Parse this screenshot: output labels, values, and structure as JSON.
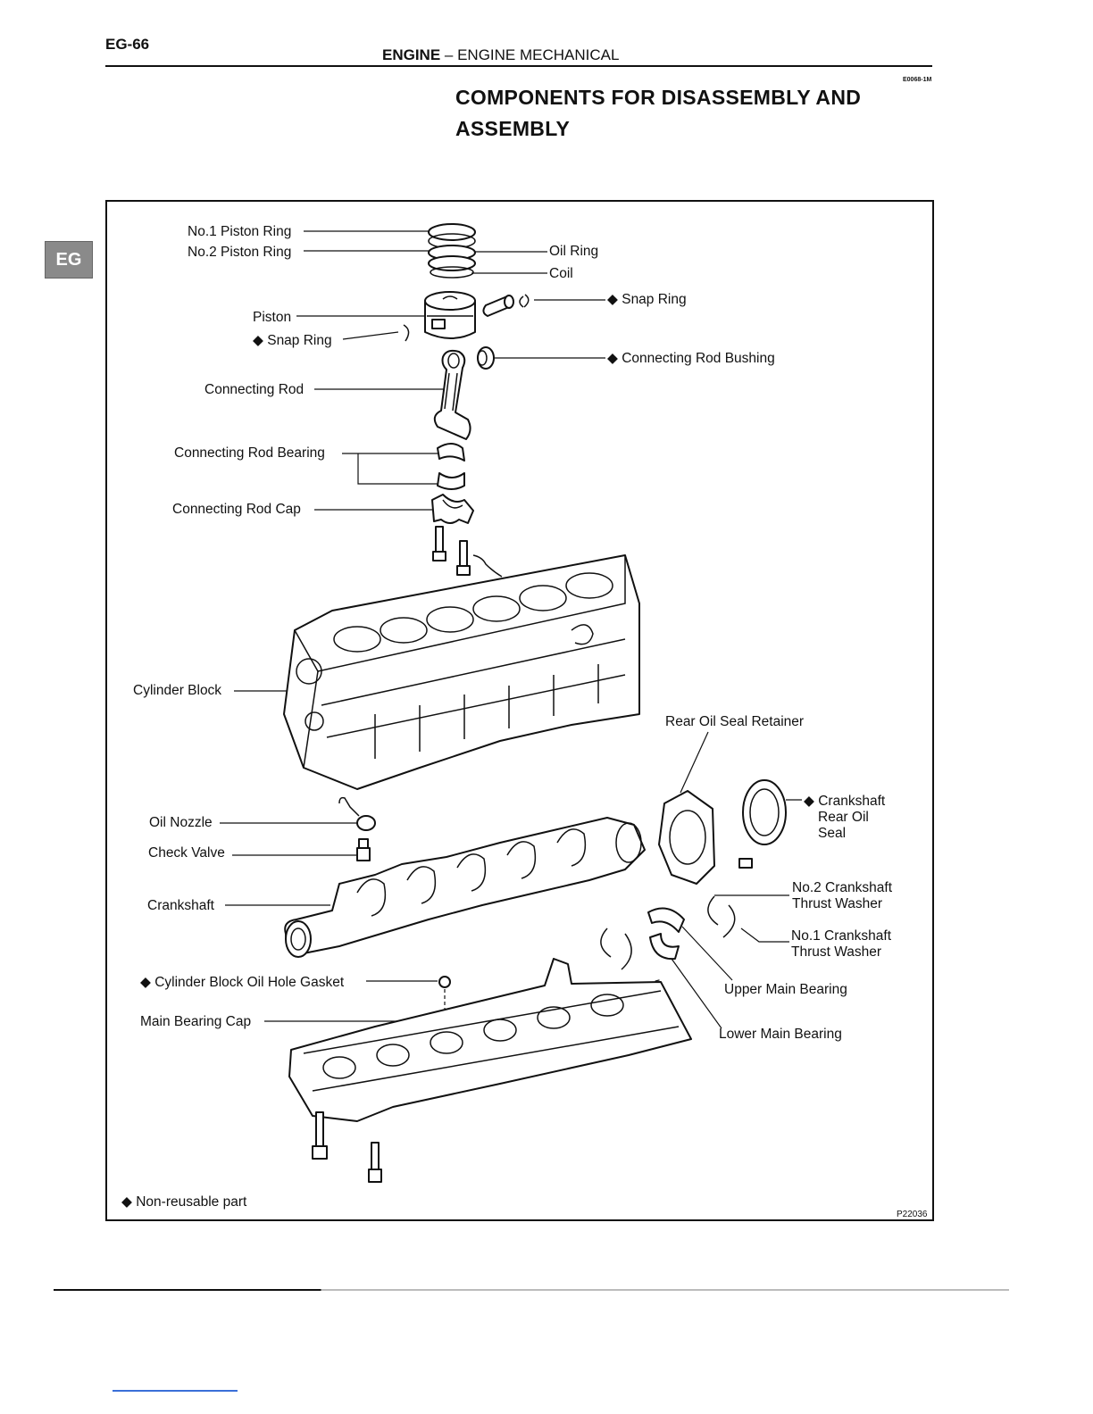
{
  "header": {
    "page_number": "EG-66",
    "running_head_bold": "ENGINE",
    "running_head_rest": " – ENGINE MECHANICAL",
    "doc_code": "E0068-1M"
  },
  "title": {
    "line1": "COMPONENTS FOR DISASSEMBLY AND",
    "line2": "ASSEMBLY"
  },
  "side_tab": "EG",
  "figure": {
    "labels": {
      "no1_piston_ring": "No.1 Piston Ring",
      "no2_piston_ring": "No.2 Piston Ring",
      "oil_ring": "Oil Ring",
      "coil": "Coil",
      "snap_ring_right": "◆ Snap Ring",
      "piston": "Piston",
      "snap_ring_left": "◆ Snap Ring",
      "connecting_rod_bushing": "◆ Connecting Rod Bushing",
      "connecting_rod": "Connecting Rod",
      "connecting_rod_bearing": "Connecting Rod Bearing",
      "connecting_rod_cap": "Connecting Rod Cap",
      "cylinder_block": "Cylinder Block",
      "rear_oil_seal_retainer": "Rear Oil Seal Retainer",
      "crankshaft_rear_oil_seal_1": "◆ Crankshaft",
      "crankshaft_rear_oil_seal_2": "Rear Oil",
      "crankshaft_rear_oil_seal_3": "Seal",
      "oil_nozzle": "Oil Nozzle",
      "check_valve": "Check Valve",
      "crankshaft": "Crankshaft",
      "no2_thrust_washer_1": "No.2 Crankshaft",
      "no2_thrust_washer_2": "Thrust Washer",
      "no1_thrust_washer_1": "No.1 Crankshaft",
      "no1_thrust_washer_2": "Thrust Washer",
      "cylinder_block_oil_hole_gasket": "◆ Cylinder Block Oil Hole Gasket",
      "upper_main_bearing": "Upper Main Bearing",
      "main_bearing_cap": "Main Bearing Cap",
      "lower_main_bearing": "Lower Main Bearing"
    },
    "legend": "◆ Non-reusable part",
    "figure_code": "P22036"
  }
}
